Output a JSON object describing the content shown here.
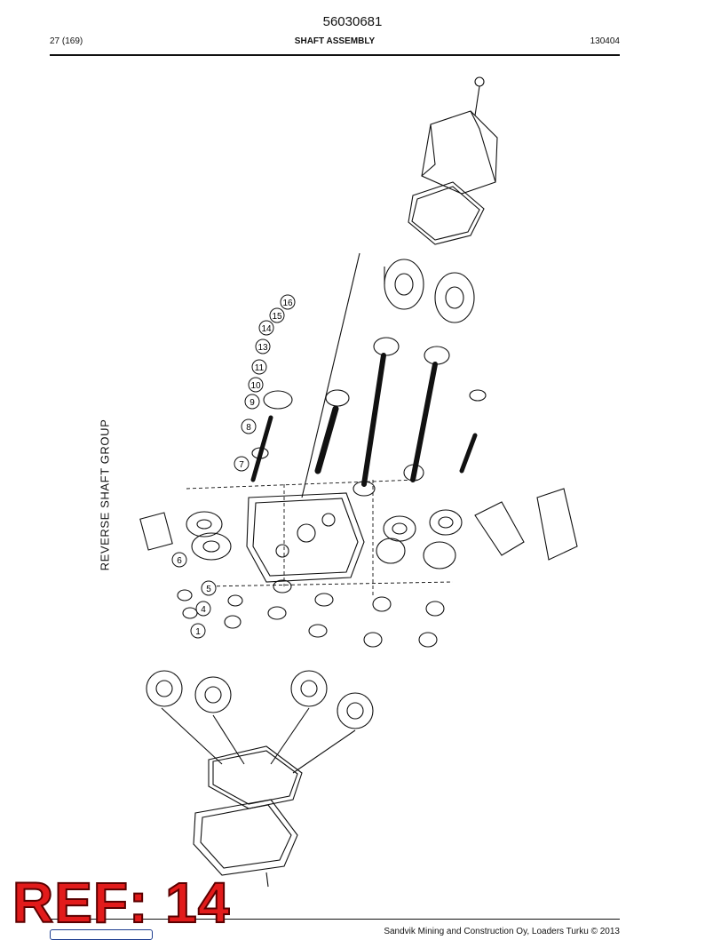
{
  "header": {
    "doc_number": "56030681",
    "page_ref": "27 (169)",
    "title": "SHAFT ASSEMBLY",
    "date_code": "130404"
  },
  "drawing": {
    "group_label": "REVERSE SHAFT GROUP",
    "callouts": [
      "1",
      "4",
      "5",
      "6",
      "7",
      "8",
      "9",
      "10",
      "11",
      "13",
      "14",
      "15",
      "16"
    ]
  },
  "footer": {
    "copyright": "Sandvik Mining and Construction Oy, Loaders Turku © 2013",
    "ref_stamp": "REF: 14"
  },
  "colors": {
    "line": "#111111",
    "stamp": "#e21b1b",
    "logo": "#1d3d8f"
  }
}
